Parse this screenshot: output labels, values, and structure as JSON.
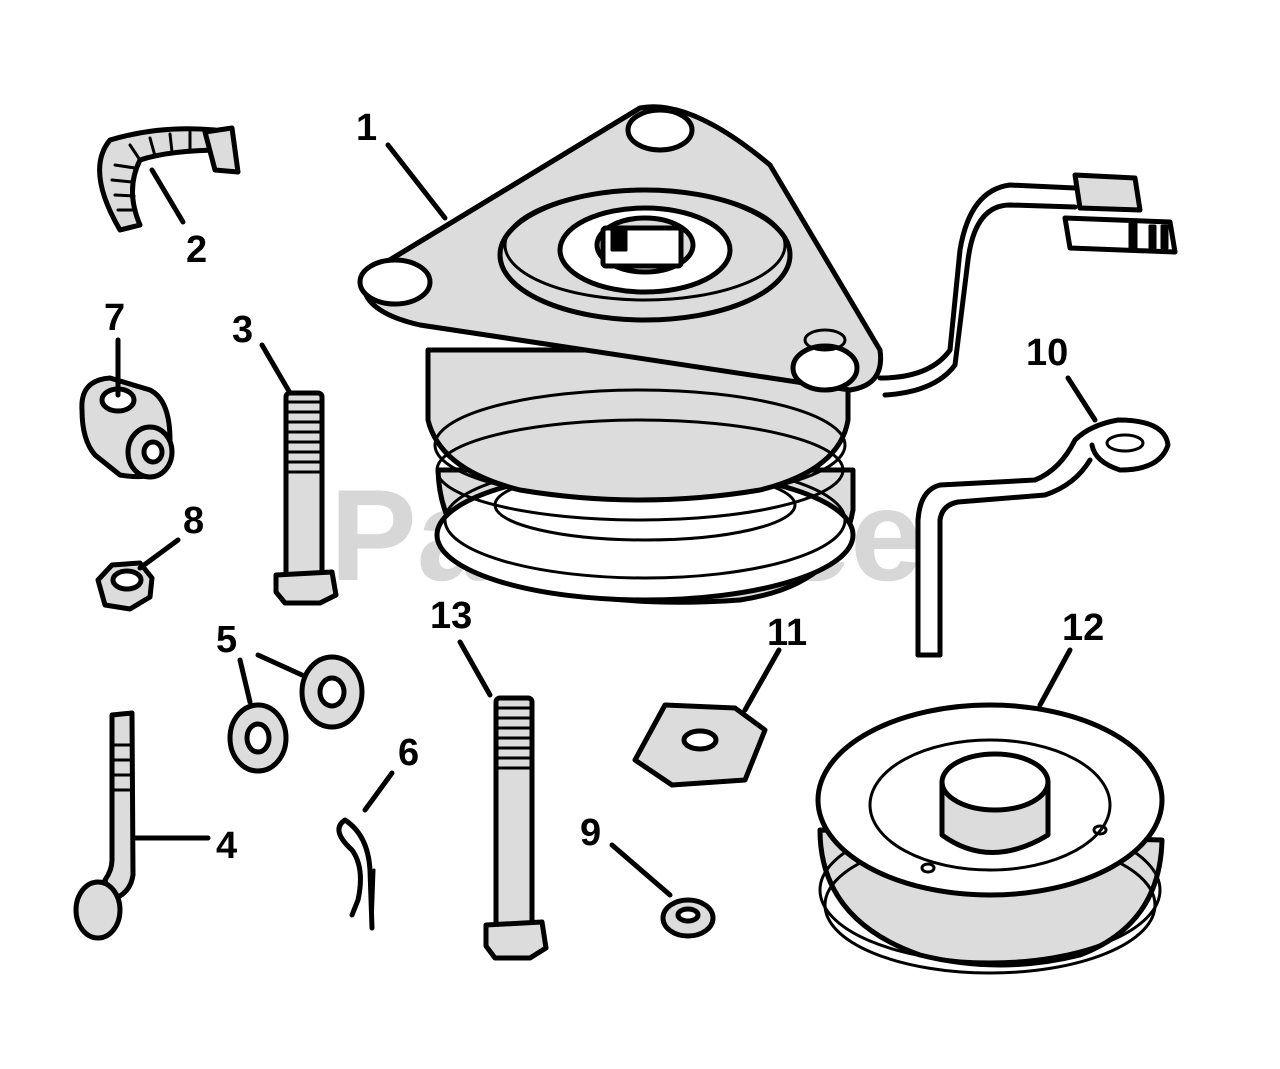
{
  "diagram": {
    "watermark": "PartsTree",
    "callouts": {
      "c1": "1",
      "c2": "2",
      "c3": "3",
      "c4": "4",
      "c5": "5",
      "c6": "6",
      "c7": "7",
      "c8": "8",
      "c9": "9",
      "c10": "10",
      "c11": "11",
      "c12": "12",
      "c13": "13"
    }
  }
}
